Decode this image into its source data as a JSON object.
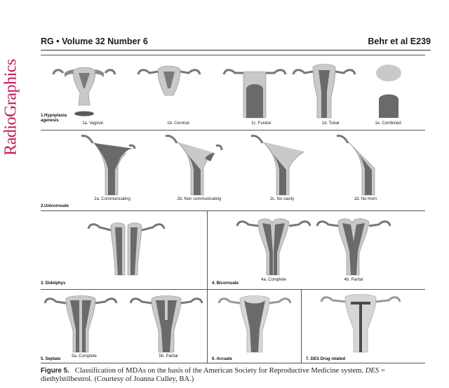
{
  "journal_name": "RadioGraphics",
  "header": {
    "left": "RG • Volume 32   Number 6",
    "right": "Behr et al    E239"
  },
  "rows": [
    {
      "category": "1.Hypoplasia agenesis",
      "items": [
        "1a. Vaginal",
        "1b. Cervical",
        "1c. Fundal",
        "1d. Tubal",
        "1e. Combined"
      ]
    },
    {
      "category": "2.Unicornuate",
      "items": [
        "2a. Communicating",
        "2b. Non communicating",
        "2c. No cavity",
        "2d. No Horn"
      ]
    },
    {
      "category_left": "3. Didelphys",
      "category_right": "4. Bicornuate",
      "items_right": [
        "4a. Complete",
        "4b. Partial"
      ]
    },
    {
      "category_left": "5. Septate",
      "items_left": [
        "5a. Complete",
        "5b. Partial"
      ],
      "category_mid": "6. Arcuate",
      "category_right": "7. DES Drug related"
    }
  ],
  "caption": {
    "label": "Figure 5.",
    "text": "Classification of MDAs on the basis of the American Society for Reproductive Medicine system.",
    "abbr": "DES",
    "rest": "= diethylstilbestrol. (Courtesy of Joanna Culley, BA.)"
  }
}
